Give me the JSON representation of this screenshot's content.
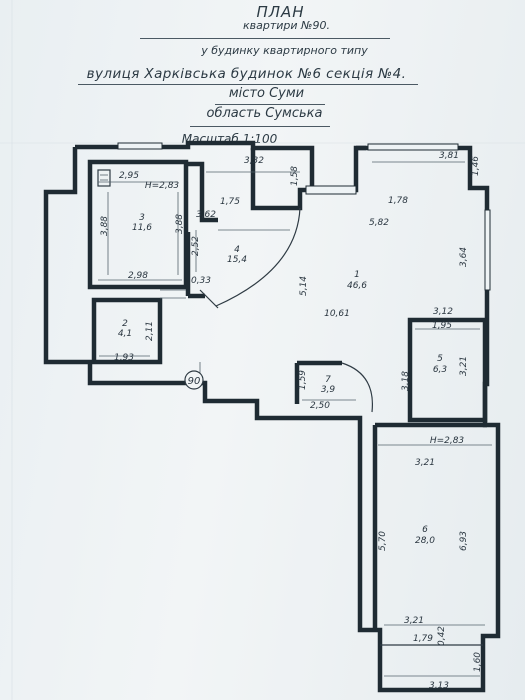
{
  "header": {
    "title": "ПЛАН",
    "subtitle": "квартири №90.",
    "building_type": "у будинку квартирного типу",
    "street": "вулиця Харківська будинок №6 секція №4.",
    "city": "місто Суми",
    "region": "область Сумська",
    "scale": "Масштаб 1:100"
  },
  "plan": {
    "axis_marker": "90",
    "rooms": [
      {
        "number": "1",
        "area": "46,6"
      },
      {
        "number": "2",
        "area": "4,1"
      },
      {
        "number": "3",
        "area": "11,6"
      },
      {
        "number": "4",
        "area": "15,4"
      },
      {
        "number": "5",
        "area": "6,3"
      },
      {
        "number": "6",
        "area": "28,0"
      },
      {
        "number": "7",
        "area": "3,9"
      }
    ],
    "heights": {
      "h_room3": "Н=2,83",
      "h_room6": "Н=2,83"
    },
    "dims": {
      "d295": "2,95",
      "d332": "3,32",
      "d158": "1,58",
      "d381": "3,81",
      "d146": "1,46",
      "d388a": "3,88",
      "d388b": "3,88",
      "d175": "1,75",
      "d362": "3,62",
      "d178": "1,78",
      "d582": "5,82",
      "d252": "2,52",
      "d364": "3,64",
      "d298": "2,98",
      "d033": "0,33",
      "d514": "5,14",
      "d312": "3,12",
      "d195": "1,95",
      "d211": "2,11",
      "d1061": "10,61",
      "d193": "1.93",
      "d159": "1,59",
      "d250": "2,50",
      "d318": "3,18",
      "d321a": "3,21",
      "d321b": "3,21",
      "d570": "5,70",
      "d693": "6,93",
      "d321c": "3,21",
      "d179": "1,79",
      "d042": "0,42",
      "d160": "1,60",
      "d313": "3,13"
    }
  }
}
